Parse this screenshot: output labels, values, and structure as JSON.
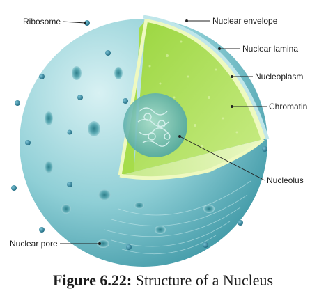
{
  "diagram": {
    "labels": {
      "ribosome": "Ribosome",
      "nuclear_envelope": "Nuclear envelope",
      "nuclear_lamina": "Nuclear lamina",
      "nucleoplasm": "Nucleoplasm",
      "chromatin": "Chromatin",
      "nucleolus": "Nucleolus",
      "nuclear_pore": "Nuclear pore"
    },
    "colors": {
      "envelope": "#7fc6cf",
      "envelope_light": "#bfe6ea",
      "envelope_dark": "#3e97a4",
      "nucleoplasm": "#8fd04a",
      "nucleoplasm_light": "#d8ef9a",
      "lamina": "#e8f6b0",
      "nucleolus": "#5fb6b0",
      "ribosome": "#2f7f96"
    }
  },
  "caption": {
    "prefix": "Figure 6.22:",
    "text": "Structure of a Nucleus"
  }
}
